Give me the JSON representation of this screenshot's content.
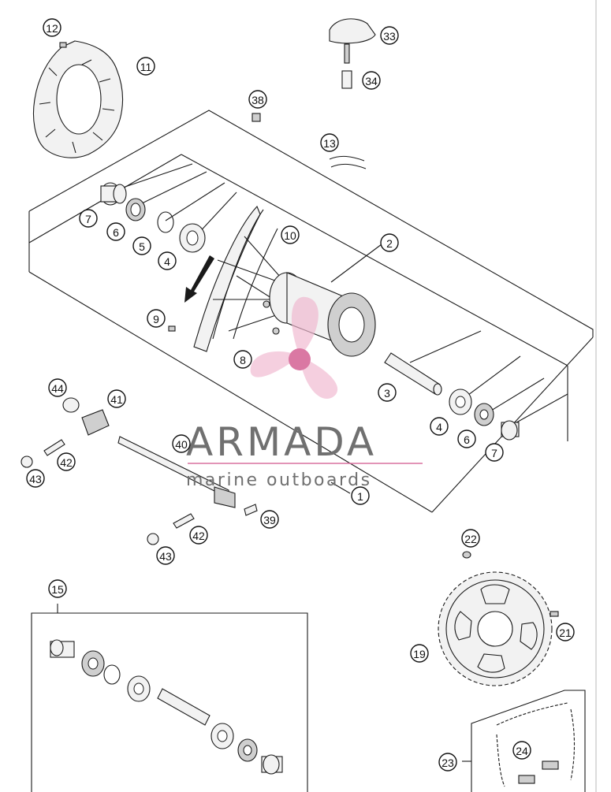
{
  "diagram": {
    "callouts": [
      "12",
      "11",
      "33",
      "34",
      "38",
      "13",
      "7",
      "6",
      "5",
      "4",
      "10",
      "2",
      "9",
      "8",
      "3",
      "44",
      "41",
      "4",
      "6",
      "7",
      "40",
      "42",
      "43",
      "1",
      "39",
      "42",
      "43",
      "22",
      "15",
      "21",
      "19",
      "23",
      "24"
    ]
  },
  "watermark": {
    "brand": "ARMADA",
    "tagline": "marine outboards",
    "colors": {
      "text": "#707070",
      "accent": "#d9719f",
      "accent_light": "#efb6cf"
    }
  }
}
